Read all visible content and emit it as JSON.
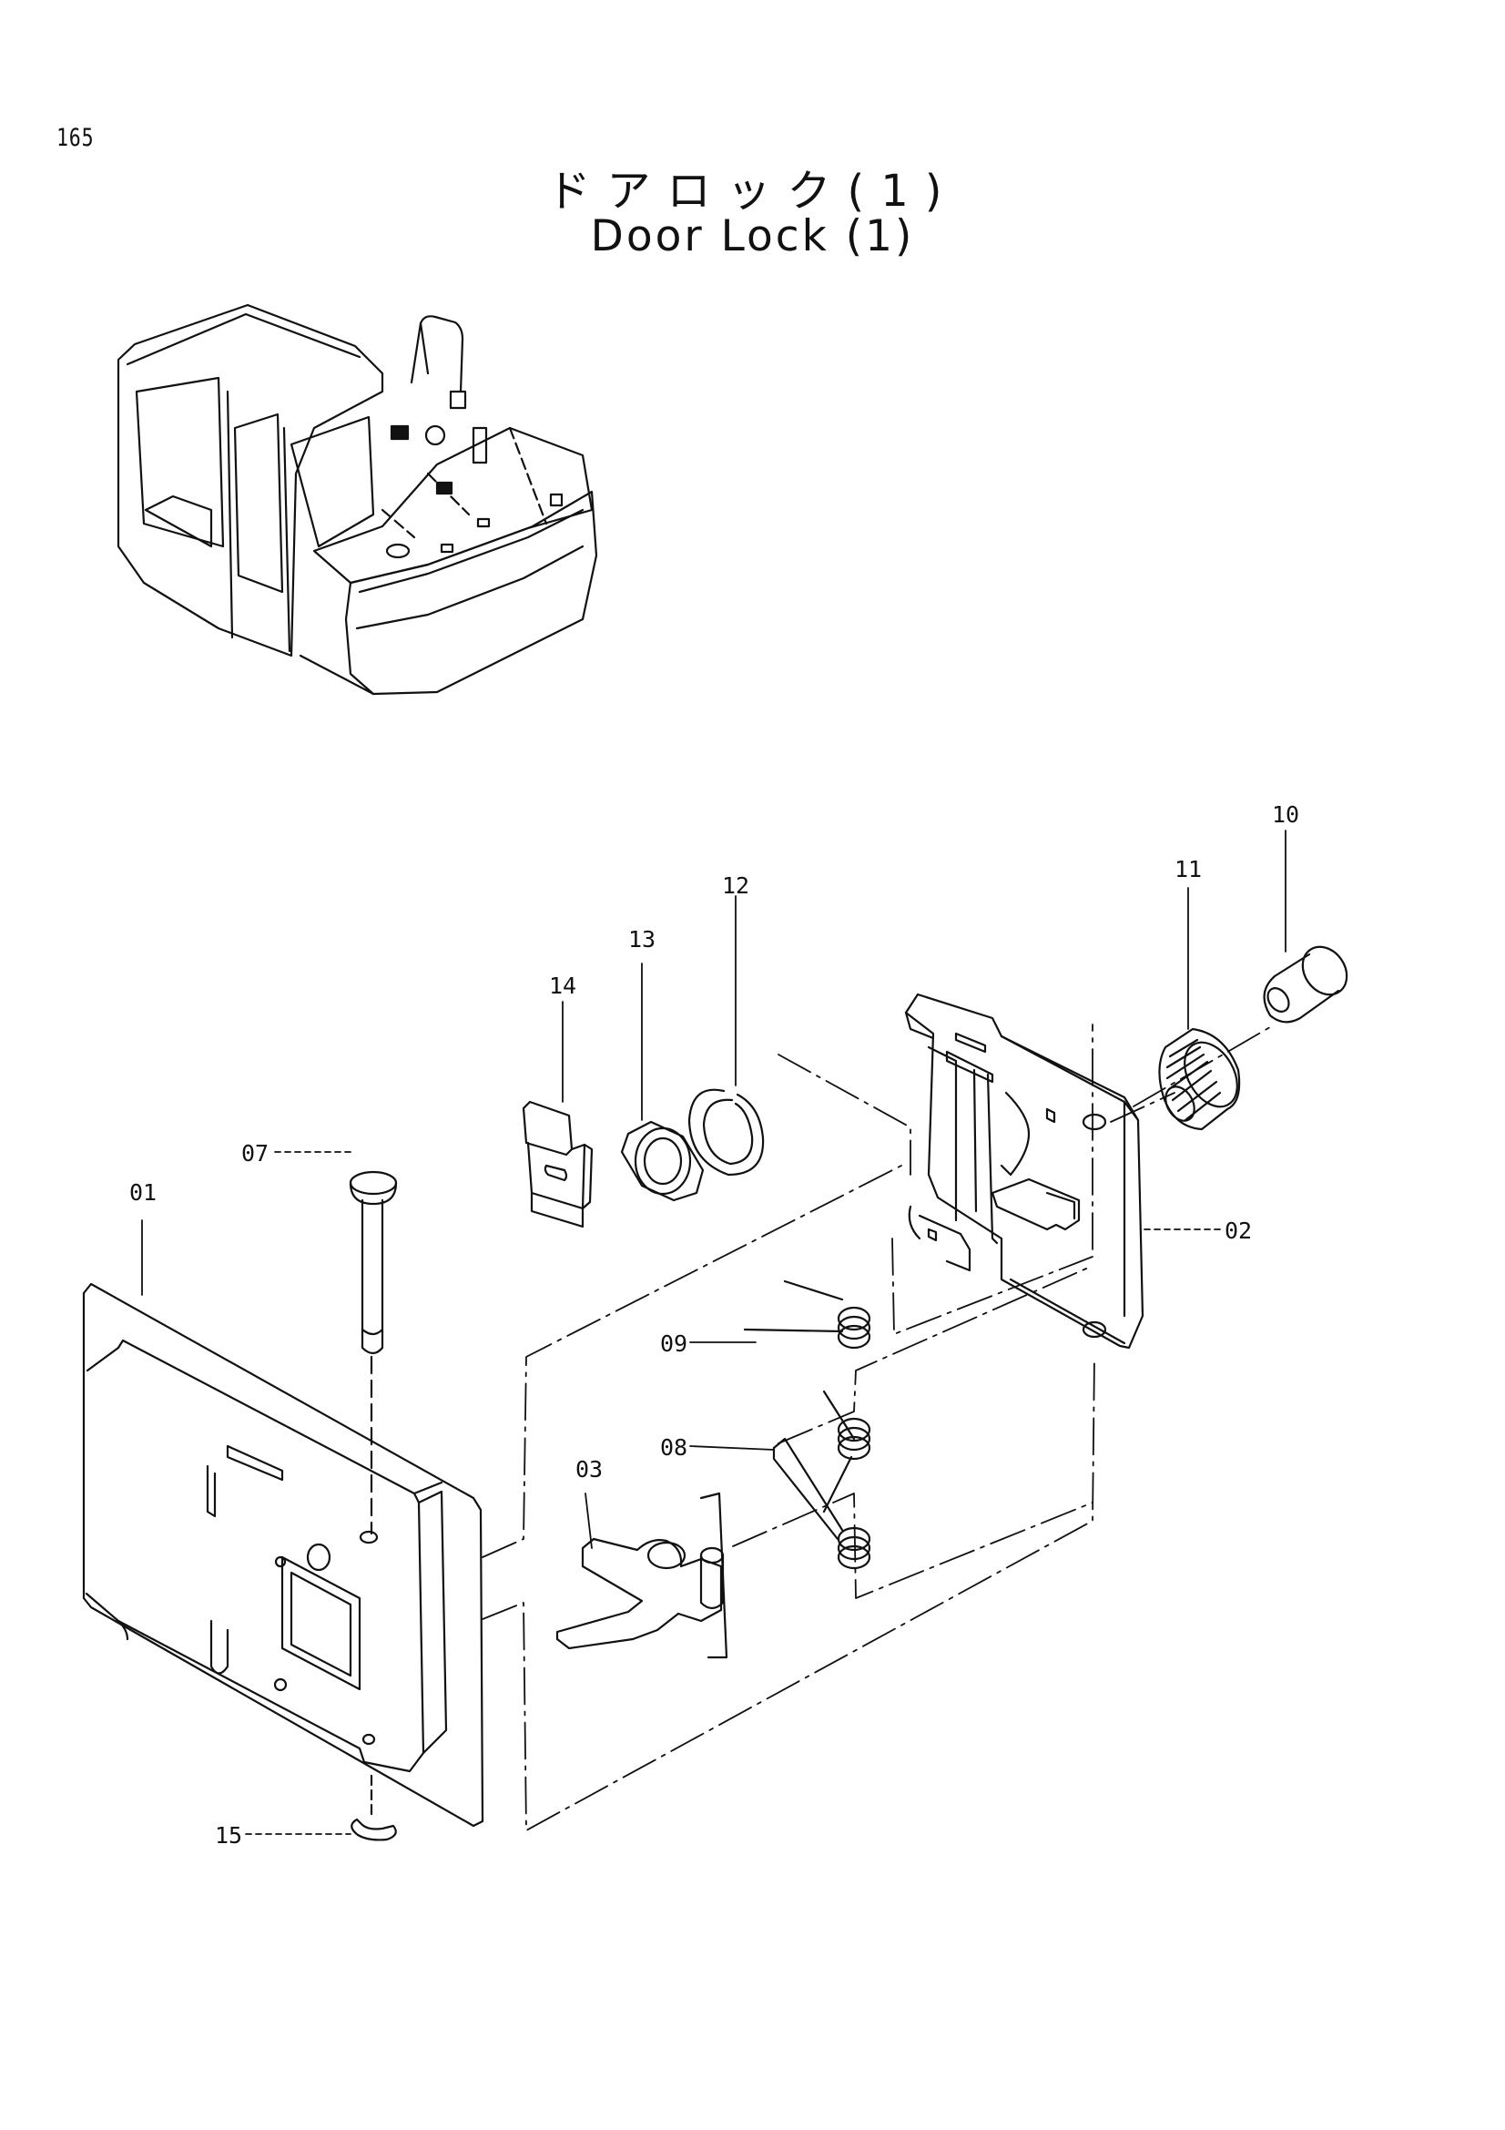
{
  "page": {
    "number": "165"
  },
  "title": {
    "japanese": "ドアロック(1)",
    "english": "Door Lock (1)"
  },
  "callouts": {
    "c01": "01",
    "c02": "02",
    "c03": "03",
    "c07": "07",
    "c08": "08",
    "c09": "09",
    "c10": "10",
    "c11": "11",
    "c12": "12",
    "c13": "13",
    "c14": "14",
    "c15": "15"
  }
}
